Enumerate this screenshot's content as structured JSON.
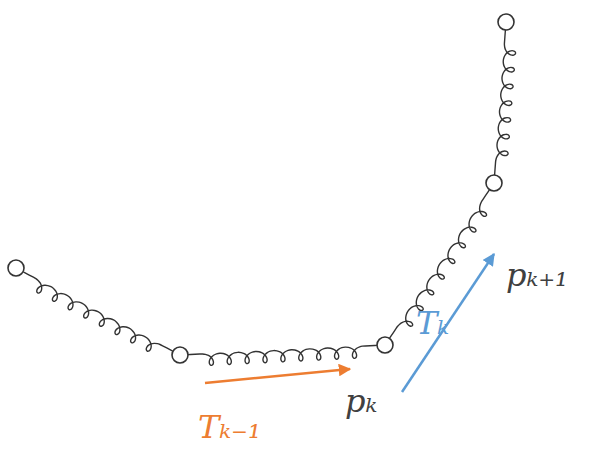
{
  "diagram": {
    "labels": [
      "pₖ₊₁",
      "Tₖ",
      "pₖ",
      "Tₖ₋₁"
    ]
  }
}
